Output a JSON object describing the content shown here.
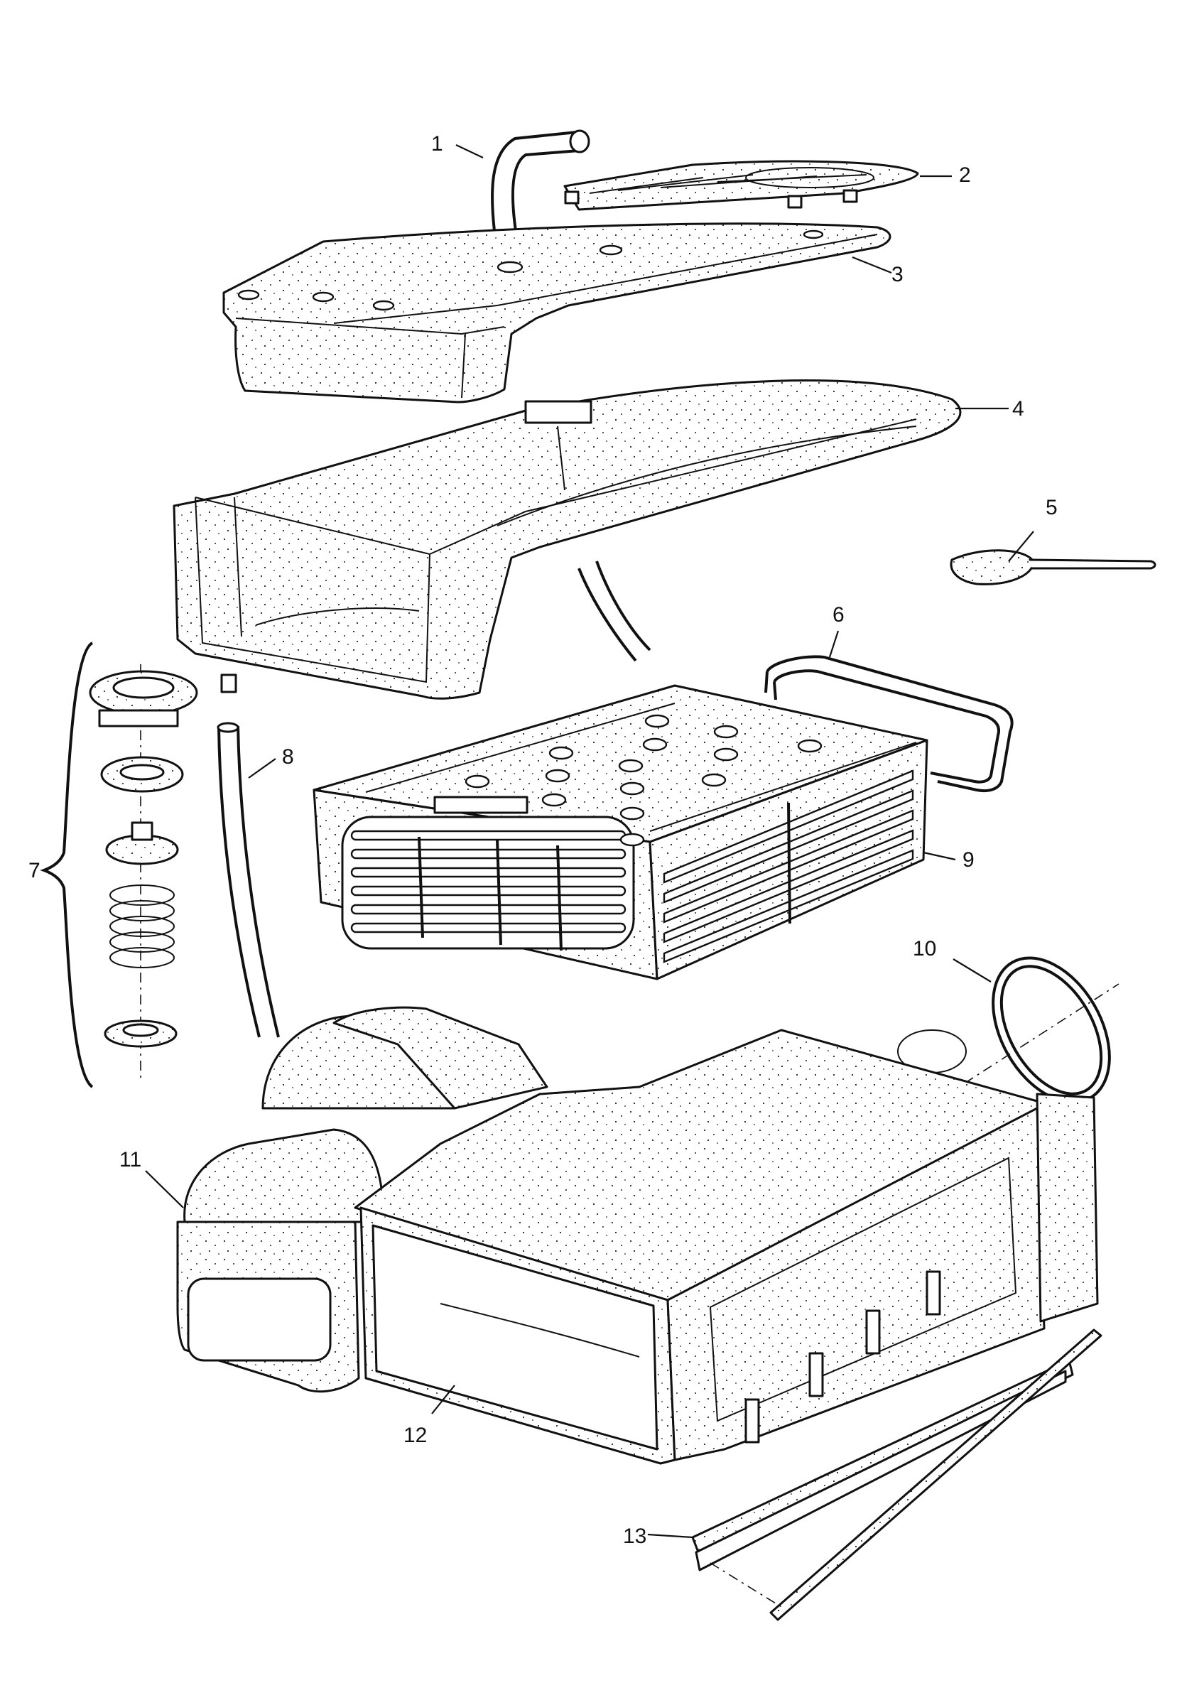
{
  "labels": {
    "p1": "1",
    "p2": "2",
    "p3": "3",
    "p4": "4",
    "p5": "5",
    "p6": "6",
    "p7": "7",
    "p8": "8",
    "p9": "9",
    "p10": "10",
    "p11": "11",
    "p12": "12",
    "p13": "13"
  },
  "colors": {
    "ink": "#111111",
    "paper": "#ffffff"
  }
}
